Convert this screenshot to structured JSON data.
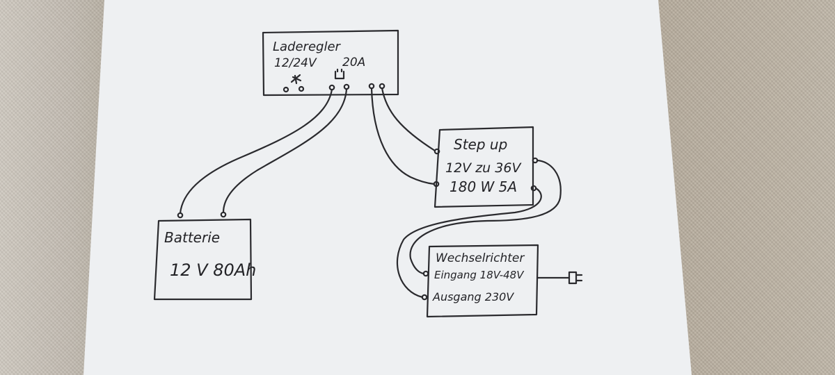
{
  "diagram": {
    "charge_controller": {
      "line1": "Laderegler",
      "line2_left": "12/24V",
      "line2_right": "20A"
    },
    "battery": {
      "line1": "Batterie",
      "line2": "12 V 80Ah"
    },
    "step_up": {
      "line1": "Step up",
      "line2": "12V zu 36V",
      "line3": "180 W 5A"
    },
    "inverter": {
      "line1": "Wechselrichter",
      "line2": "Eingang 18V-48V",
      "line3": "Ausgang 230V"
    },
    "ink_color": "#232327",
    "paper_color": "#eef0f2",
    "icons": [
      "solar-panel-icon",
      "battery-icon",
      "plug-icon"
    ]
  }
}
